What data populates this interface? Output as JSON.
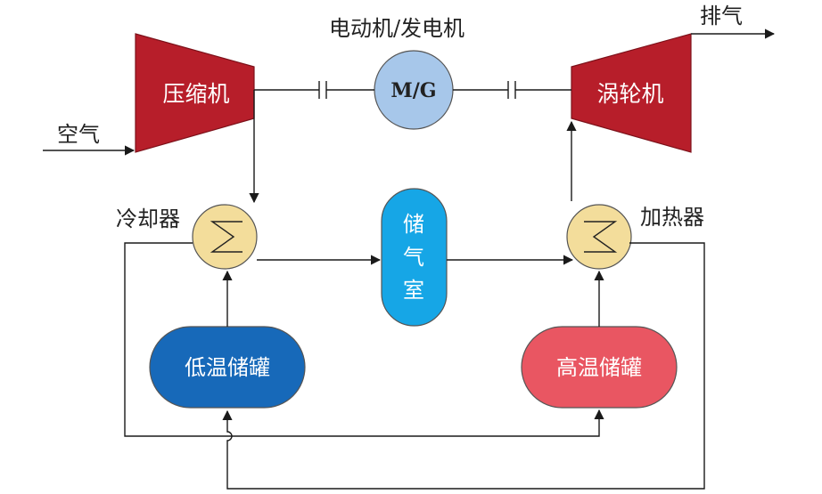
{
  "diagram": {
    "title": "电动机/发电机",
    "colors": {
      "compressor": "#B71E2A",
      "turbine": "#B71E2A",
      "motor_generator": "#A7C7EA",
      "heat_exchanger": "#F3DD9B",
      "air_storage": "#16A6E6",
      "low_temp_tank": "#1769B9",
      "high_temp_tank": "#E95662",
      "line": "#1a1a1a"
    },
    "nodes": {
      "compressor": {
        "label": "压缩机"
      },
      "turbine": {
        "label": "涡轮机"
      },
      "motor_generator": {
        "label": "M/G"
      },
      "cooler": {
        "label": "冷却器"
      },
      "heater": {
        "label": "加热器"
      },
      "air_storage": {
        "label_chars": [
          "储",
          "气",
          "室"
        ]
      },
      "low_temp_tank": {
        "label": "低温储罐"
      },
      "high_temp_tank": {
        "label": "高温储罐"
      }
    },
    "flows": {
      "air_in": "空气",
      "exhaust": "排气"
    }
  }
}
